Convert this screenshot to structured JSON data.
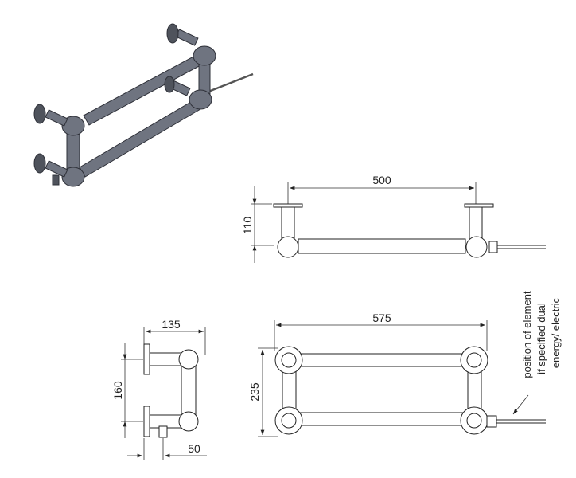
{
  "drawing": {
    "top_view": {
      "width_dim": "500",
      "height_dim": "110"
    },
    "side_view": {
      "depth_dim": "135",
      "spacing_dim": "160",
      "offset_dim": "50"
    },
    "front_view": {
      "width_dim": "575",
      "height_dim": "235"
    },
    "note": {
      "line1": "position of element",
      "line2": "if specified dual",
      "line3": "energy/ electric"
    },
    "colors": {
      "render": "#6f7480",
      "line": "#222222"
    }
  }
}
